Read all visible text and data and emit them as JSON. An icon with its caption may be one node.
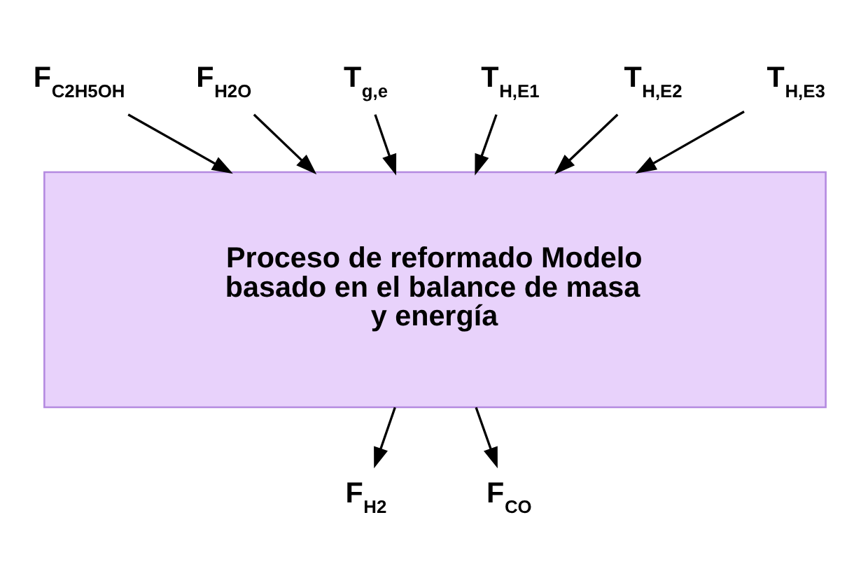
{
  "diagram": {
    "nodes": [
      {
        "text": [
          "F$_{C2H5OH}$"
        ]
      },
      {
        "text": [
          "F$_{H2O}$"
        ]
      },
      {
        "text": [
          "T$_{g,e}$"
        ]
      },
      {
        "text": [
          "T$_{H,E1}$"
        ]
      },
      {
        "text": [
          "T$_{H,E2}$"
        ]
      },
      {
        "text": [
          "T$_{H,E3}$"
        ]
      },
      {
        "text": [
          "Proceso de reformado Modelo basado en el balance de masa y energía"
        ]
      },
      {
        "text": [
          "F$_{H2}$"
        ]
      },
      {
        "text": [
          "F$_{CO}$"
        ]
      }
    ],
    "edges": [
      {
        "from": 0,
        "to": 6,
        "arrow": "to"
      },
      {
        "from": 1,
        "to": 6,
        "arrow": "to"
      },
      {
        "from": 2,
        "to": 6,
        "arrow": "to"
      },
      {
        "from": 3,
        "to": 6,
        "arrow": "to"
      },
      {
        "from": 4,
        "to": 6,
        "arrow": "to"
      },
      {
        "from": 5,
        "to": 6,
        "arrow": "to"
      },
      {
        "from": 6,
        "to": 7,
        "arrow": "to"
      },
      {
        "from": 6,
        "to": 8,
        "arrow": "to"
      }
    ]
  }
}
